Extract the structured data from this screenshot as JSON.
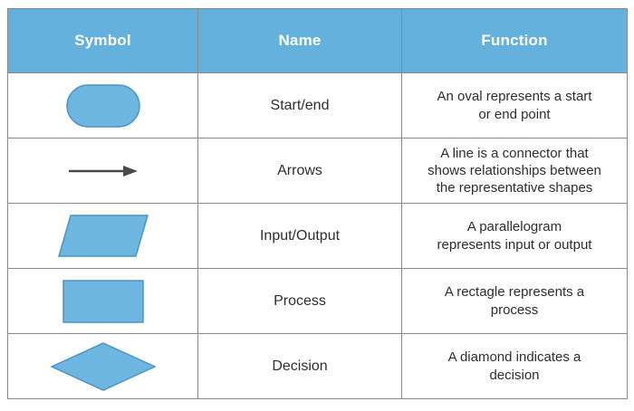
{
  "headers": [
    "Symbol",
    "Name",
    "Function"
  ],
  "rows": [
    {
      "symbol_icon": "oval-icon",
      "name": "Start/end",
      "function": "An oval represents a start\nor end point"
    },
    {
      "symbol_icon": "arrow-icon",
      "name": "Arrows",
      "function": "A line is a connector that\nshows relationships between\nthe representative shapes"
    },
    {
      "symbol_icon": "parallelogram-icon",
      "name": "Input/Output",
      "function": "A parallelogram\nrepresents input or output"
    },
    {
      "symbol_icon": "rectangle-icon",
      "name": "Process",
      "function": "A rectagle represents a\nprocess"
    },
    {
      "symbol_icon": "diamond-icon",
      "name": "Decision",
      "function": "A diamond indicates a\ndecision"
    }
  ],
  "colors": {
    "header_bg": "#65b1dd",
    "header_text": "#ffffff",
    "shape_fill": "#6cb6e1",
    "shape_border": "#4e94c4",
    "arrow_color": "#4a4a4a",
    "grid_line": "#8a8a8a",
    "body_text": "#2e2e2e"
  }
}
